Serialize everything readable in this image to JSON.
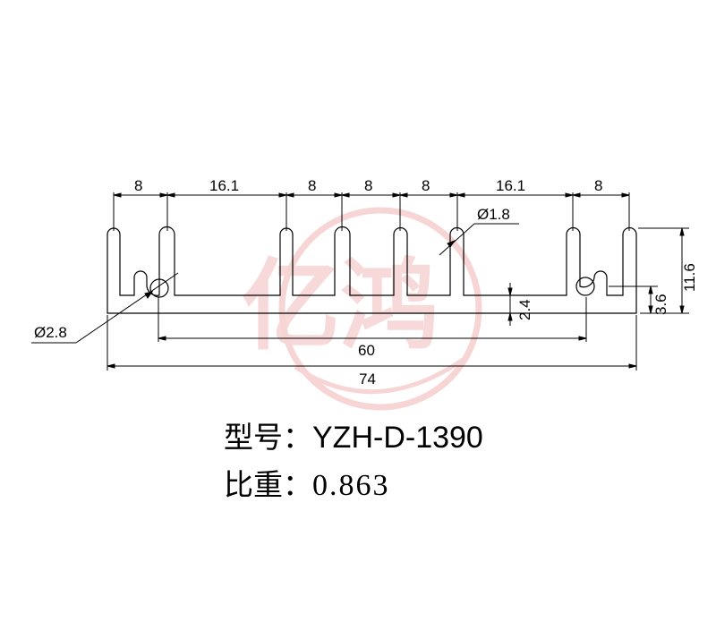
{
  "dimensions": {
    "top_spacings": [
      "8",
      "16.1",
      "8",
      "8",
      "8",
      "16.1",
      "8"
    ],
    "small_hole_diameter": "Ø1.8",
    "large_hole_diameter": "Ø2.8",
    "fin_height": "11.6",
    "base_thickness": "3.6",
    "groove_depth": "2.4",
    "hole_pitch": "60",
    "overall_width": "74"
  },
  "watermark": {
    "text": "亿鸿",
    "color": "#f2b3b3"
  },
  "caption": {
    "model_label": "型号：",
    "model_value": "YZH-D-1390",
    "weight_label": "比重：",
    "weight_value": "0.863"
  },
  "colors": {
    "line": "#000000",
    "watermark": "#f2b3b3"
  }
}
